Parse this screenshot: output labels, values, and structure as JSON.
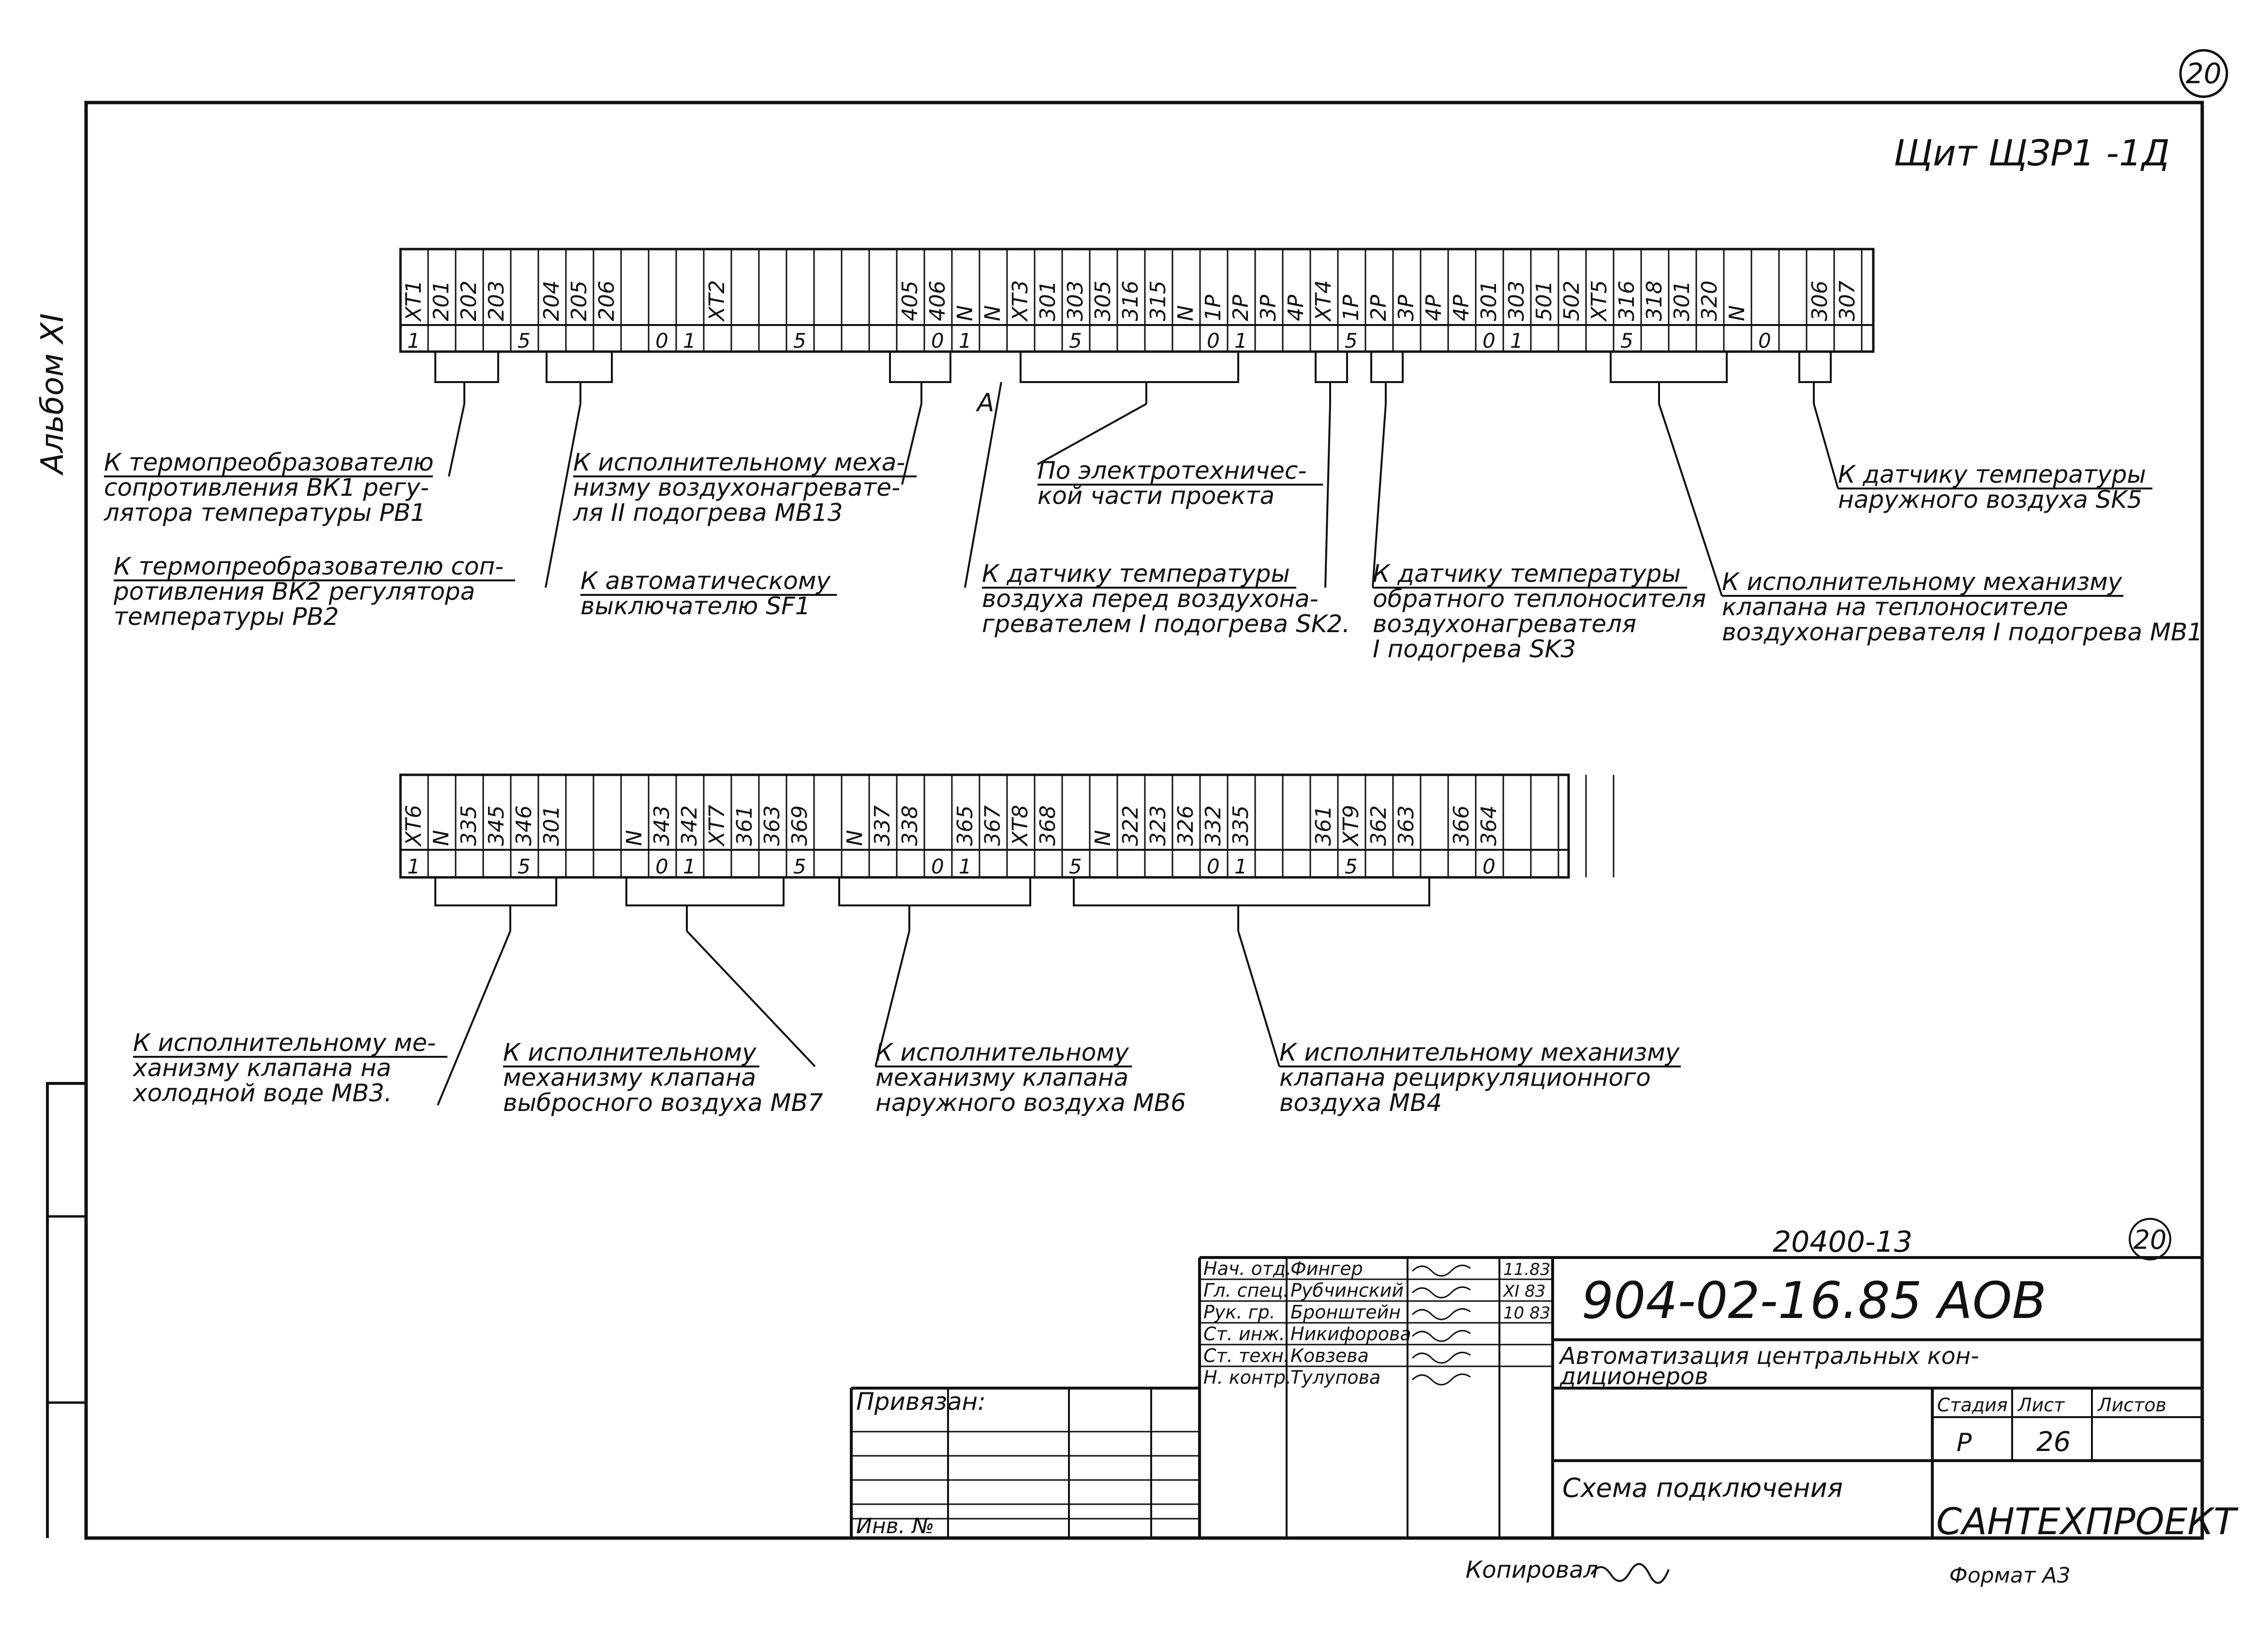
{
  "sheet_number": "20",
  "side_label": "Альбом XI",
  "panel_label": "Щит ЩЗР1 -1Д",
  "strip1": [
    "XT1",
    "201",
    "202",
    "203",
    "",
    "204",
    "205",
    "206",
    "",
    "",
    "",
    "XT2",
    "",
    "",
    "",
    "",
    "",
    "",
    "405",
    "406",
    "N",
    "N",
    "XT3",
    "301",
    "303",
    "305",
    "316",
    "315",
    "N",
    "1P",
    "2P",
    "3P",
    "4P",
    "XT4",
    "1P",
    "2P",
    "3P",
    "4P",
    "4P",
    "301",
    "303",
    "501",
    "502",
    "XT5",
    "316",
    "318",
    "301",
    "320",
    "N",
    "",
    "",
    "306",
    "307",
    ""
  ],
  "strip1_markers": [
    "1",
    "5",
    "0",
    "1",
    "5",
    "0",
    "1",
    "5",
    "0",
    "1",
    "5",
    "0",
    "1",
    "5",
    "0"
  ],
  "strip2": [
    "XT6",
    "N",
    "335",
    "345",
    "346",
    "301",
    "",
    "",
    "N",
    "343",
    "342",
    "XT7",
    "361",
    "363",
    "369",
    "",
    "N",
    "337",
    "338",
    "",
    "365",
    "367",
    "XT8",
    "368",
    "",
    "N",
    "322",
    "323",
    "326",
    "332",
    "335",
    "",
    "",
    "361",
    "XT9",
    "362",
    "363",
    "",
    "366",
    "364",
    "",
    "",
    "",
    "",
    ""
  ],
  "strip2_markers": [
    "1",
    "5",
    "0",
    "1",
    "5",
    "0",
    "1",
    "5",
    "0",
    "1",
    "5",
    "0"
  ],
  "wire_letter": "А",
  "labels1": [
    [
      "К термопреобразователю",
      "сопротивления ВК1 регу-",
      "лятора температуры РВ1"
    ],
    [
      "К исполнительному меха-",
      "низму воздухонагревате-",
      "ля II подогрева МВ13"
    ],
    [
      "По электротехничес-",
      "кой части проекта"
    ],
    [
      "К датчику температуры",
      "наружного воздуха SK5"
    ],
    [
      "К термопреобразователю соп-",
      "ротивления ВК2 регулятора",
      "температуры РВ2"
    ],
    [
      "К автоматическому",
      "выключателю SF1"
    ],
    [
      "К датчику температуры",
      "воздуха перед воздухона-",
      "гревателем I подогрева SK2."
    ],
    [
      "К датчику температуры",
      "обратного теплоносителя",
      "воздухонагревателя",
      "I подогрева SK3"
    ],
    [
      "К исполнительному механизму",
      "клапана на теплоносителе",
      "воздухонагревателя I подогрева МВ1"
    ]
  ],
  "labels2": [
    [
      "К исполнительному ме-",
      "ханизму клапана на",
      "холодной воде МВ3."
    ],
    [
      "К исполнительному",
      "механизму клапана",
      "выбросного воздуха МВ7"
    ],
    [
      "К исполнительному",
      "механизму клапана",
      "наружного воздуха МВ6"
    ],
    [
      "К исполнительному механизму",
      "клапана рециркуляционного",
      "воздуха МВ4"
    ]
  ],
  "doc_code": "20400-13",
  "doc_circle": "20",
  "designation": "904-02-16.85 АОВ",
  "title": [
    "Автоматизация центральных кон-",
    "диционеров"
  ],
  "roles": [
    "Нач. отд.",
    "Гл. спец.",
    "Рук. гр.",
    "Ст. инж.",
    "Ст. техн.",
    "Н. контр."
  ],
  "names": [
    "Фингер",
    "Рубчинский",
    "Бронштейн",
    "Никифорова",
    "Ковзева",
    "Тулупова"
  ],
  "dates": [
    "11.83",
    "XI 83",
    "10 83",
    "",
    "",
    ""
  ],
  "stage_headers": [
    "Стадия",
    "Лист",
    "Листов"
  ],
  "stage": "Р",
  "sheet": "26",
  "sheets": "",
  "sheet_title": "Схема подключения",
  "organization": "САНТЕХПРОЕКТ",
  "bound": "Привязан:",
  "inv": "Инв. №",
  "copied": "Копировал",
  "format": "Формат А3"
}
